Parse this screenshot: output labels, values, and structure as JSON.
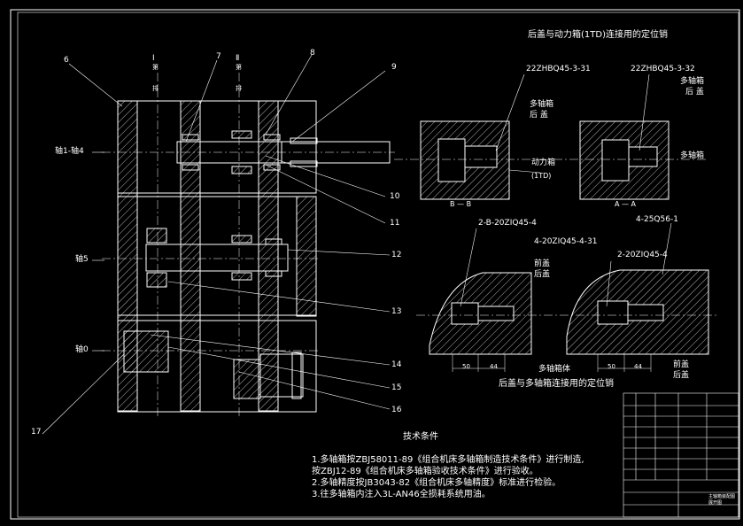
{
  "drawing": {
    "top_title": "后盖与动力箱(1TD)连接用的定位销",
    "bottom_title": "后盖与多轴箱连接用的定位销",
    "rows": {
      "row1_roman": "Ⅰ",
      "row1_text_a": "第",
      "row1_text_b": "排",
      "row2_roman": "Ⅱ",
      "row2_text_a": "第",
      "row2_text_b": "排"
    },
    "shaft_labels": {
      "shaft1_4": "轴1-轴4",
      "shaft5": "轴5",
      "shaft0": "轴0"
    },
    "callouts": [
      "6",
      "7",
      "8",
      "9",
      "10",
      "11",
      "12",
      "13",
      "14",
      "15",
      "16",
      "17"
    ],
    "section_ref": {
      "part_a": "22ZHBQ45-3-31",
      "part_b": "22ZHBQ45-3-32",
      "a_label_1": "多轴箱",
      "a_label_2": "后 盖",
      "b_label_1": "多轴箱",
      "b_label_2": "后 盖",
      "b_label_3": "多轴箱",
      "power_box_1": "动力箱",
      "power_box_2": "(1TD)",
      "section_bb": "B — B",
      "section_aa": "A — A"
    },
    "detail_ref": {
      "pin_left": "2-B-20ZIQ45-4",
      "pin_mid": "4-20ZIQ45-4-31",
      "pin_right_top": "4-25Q56-1",
      "pin_right": "2-20ZIQ45-4",
      "front_cover": "前盖",
      "rear_cover": "后盖",
      "multi_box": "多轴箱体",
      "front_cover_r": "前盖",
      "rear_cover_r": "后盖",
      "dim_a": "50",
      "dim_b": "44",
      "dim_c": "50",
      "dim_d": "44"
    },
    "tech_conditions": {
      "heading": "技术条件",
      "line1": "1.多轴箱按ZBJ58011-89《组合机床多轴箱制造技术条件》进行制造,",
      "line2": "  按ZBJ12-89《组合机床多轴箱验收技术条件》进行验收。",
      "line3": "2.多轴精度按JB3043-82《组合机床多轴精度》标准进行检验。",
      "line4": "3.往多轴箱内注入3L-AN46全损耗系统用油。"
    },
    "title_block": {
      "name_line1": "主轴箱装配图",
      "name_line2": "展开图"
    }
  }
}
